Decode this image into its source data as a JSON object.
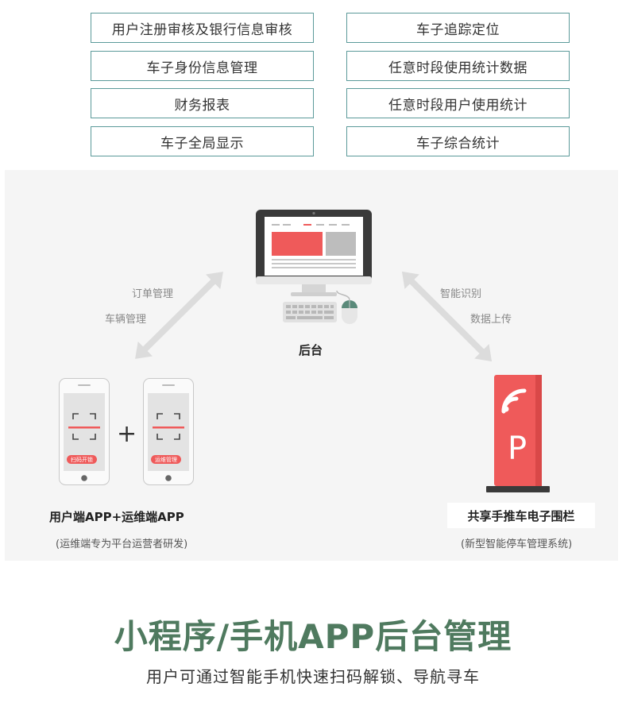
{
  "features": {
    "left": [
      "用户注册审核及银行信息审核",
      "车子身份信息管理",
      "财务报表",
      "车子全局显示"
    ],
    "right": [
      "车子追踪定位",
      "任意时段使用统计数据",
      "任意时段用户使用统计",
      "车子综合统计"
    ]
  },
  "diagram": {
    "backend": {
      "label": "后台"
    },
    "left_edge": {
      "label1": "订单管理",
      "label2": "车辆管理"
    },
    "right_edge": {
      "label1": "智能识别",
      "label2": "数据上传"
    },
    "apps": {
      "title": "用户端APP+运维端APP",
      "subtitle": "(运维端专为平台运营者研发)",
      "phone1_button": "扫码开锁",
      "phone2_button": "运维管理",
      "plus": "+"
    },
    "fence": {
      "title": "共享手推车电子围栏",
      "subtitle": "(新型智能停车管理系统)",
      "sign_letter": "P"
    }
  },
  "heading": {
    "title": "小程序/手机APP后台管理",
    "subtitle": "用户可通过智能手机快速扫码解锁、导航寻车"
  },
  "colors": {
    "accent_red": "#ef5a5a",
    "title_green": "#4f7a5f",
    "box_border": "#5b9a9a"
  }
}
